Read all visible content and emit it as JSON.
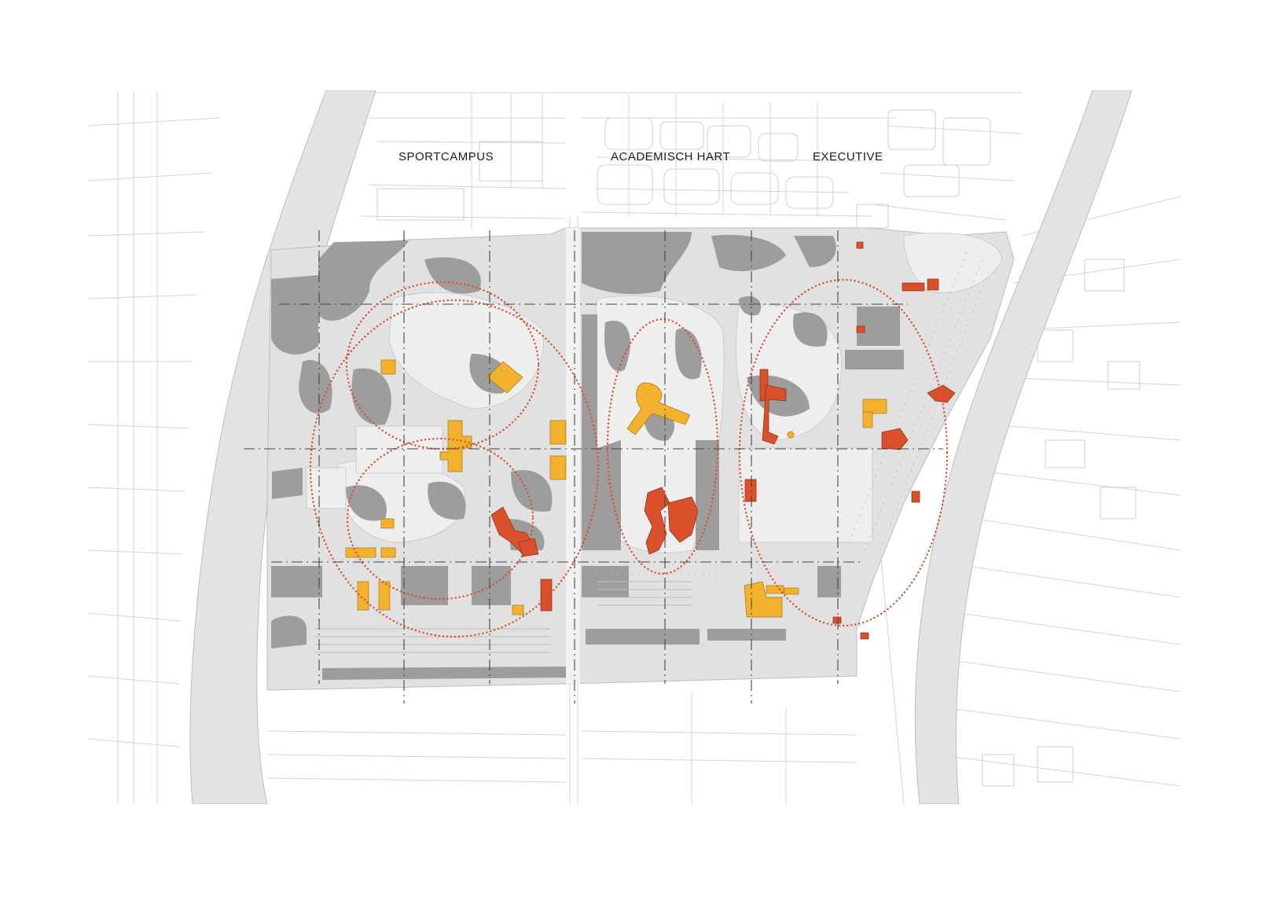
{
  "map": {
    "zones": [
      {
        "id": "sportcampus",
        "label": "SPORTCAMPUS"
      },
      {
        "id": "academisch-hart",
        "label": "ACADEMISCH HART"
      },
      {
        "id": "executive",
        "label": "EXECUTIVE"
      }
    ],
    "colors": {
      "background": "#ffffff",
      "context_lines": "#d2d2d2",
      "river": "#e3e3e3",
      "site_ground": "#dedede",
      "green_pale": "#ececec",
      "dark_green": "#9a9a9a",
      "new_building": "#f2b22e",
      "existing_building": "#d9502a",
      "zone_circle": "#d9502a",
      "axis_line": "#444444"
    },
    "legend_semantics": {
      "dotted_circle": "zone cluster outline",
      "dash_dot_line": "structural axis"
    }
  }
}
